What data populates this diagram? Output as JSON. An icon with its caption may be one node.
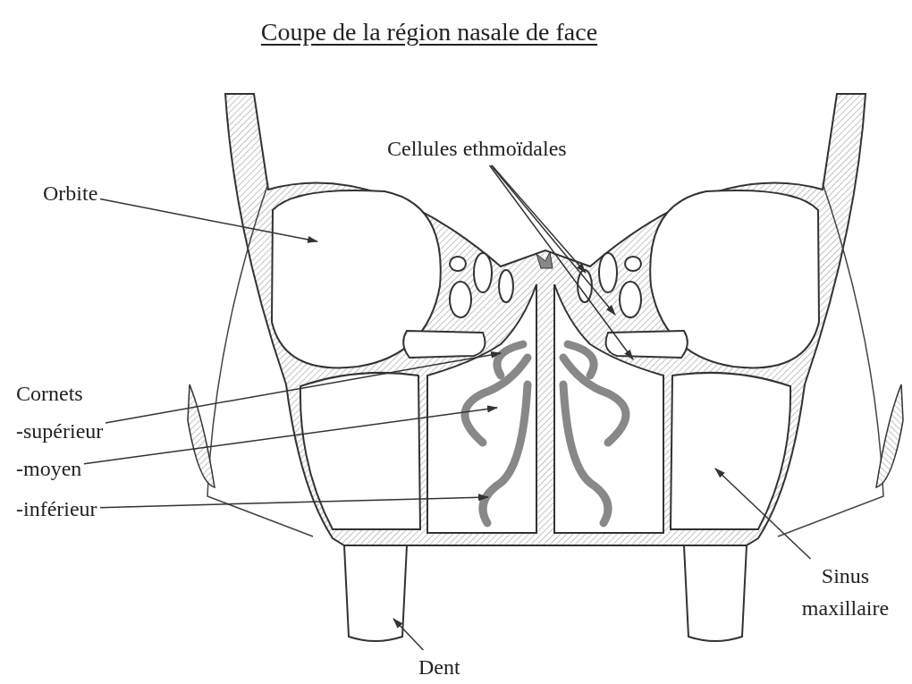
{
  "diagram": {
    "title": "Coupe de la région nasale de face",
    "nodes": [
      {
        "text": [
          "Orbite"
        ]
      },
      {
        "text": [
          "Cellules ethmoïdales"
        ]
      },
      {
        "text": [
          "-supérieur"
        ]
      },
      {
        "text": [
          "-moyen"
        ]
      },
      {
        "text": [
          "-inférieur"
        ]
      },
      {
        "text": [
          "Sinus maxillaire"
        ]
      },
      {
        "text": [
          "Dent"
        ]
      }
    ],
    "edges": [
      {
        "from": 0,
        "to": null,
        "arrow": "to"
      },
      {
        "from": 1,
        "to": null,
        "arrow": "to"
      },
      {
        "from": 1,
        "to": null,
        "arrow": "to"
      },
      {
        "from": 1,
        "to": null,
        "arrow": "to"
      },
      {
        "from": 2,
        "to": null,
        "arrow": "to"
      },
      {
        "from": 3,
        "to": null,
        "arrow": "to"
      },
      {
        "from": 4,
        "to": null,
        "arrow": "to"
      },
      {
        "from": 5,
        "to": null,
        "arrow": "to"
      },
      {
        "from": 6,
        "to": null,
        "arrow": "to"
      }
    ],
    "labels": [
      "Cornets"
    ]
  }
}
